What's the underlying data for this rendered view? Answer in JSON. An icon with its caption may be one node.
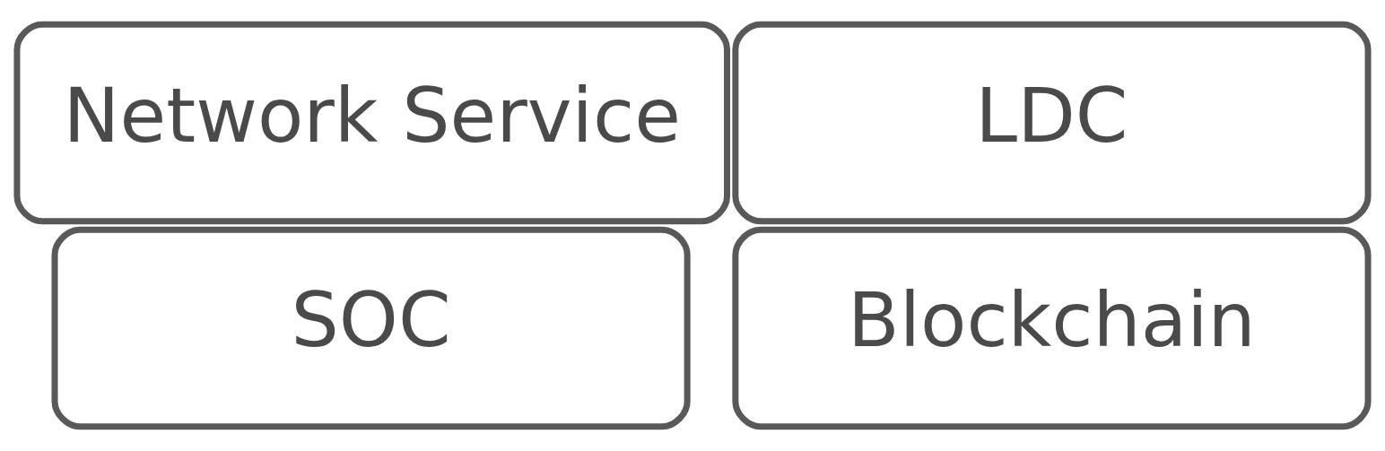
{
  "diagram": {
    "nodes": [
      {
        "text": [
          "LDC"
        ]
      },
      {
        "text": [
          "SOC"
        ]
      },
      {
        "text": [
          "Blockchain"
        ]
      },
      {
        "text": [
          "Network Service"
        ]
      }
    ]
  }
}
